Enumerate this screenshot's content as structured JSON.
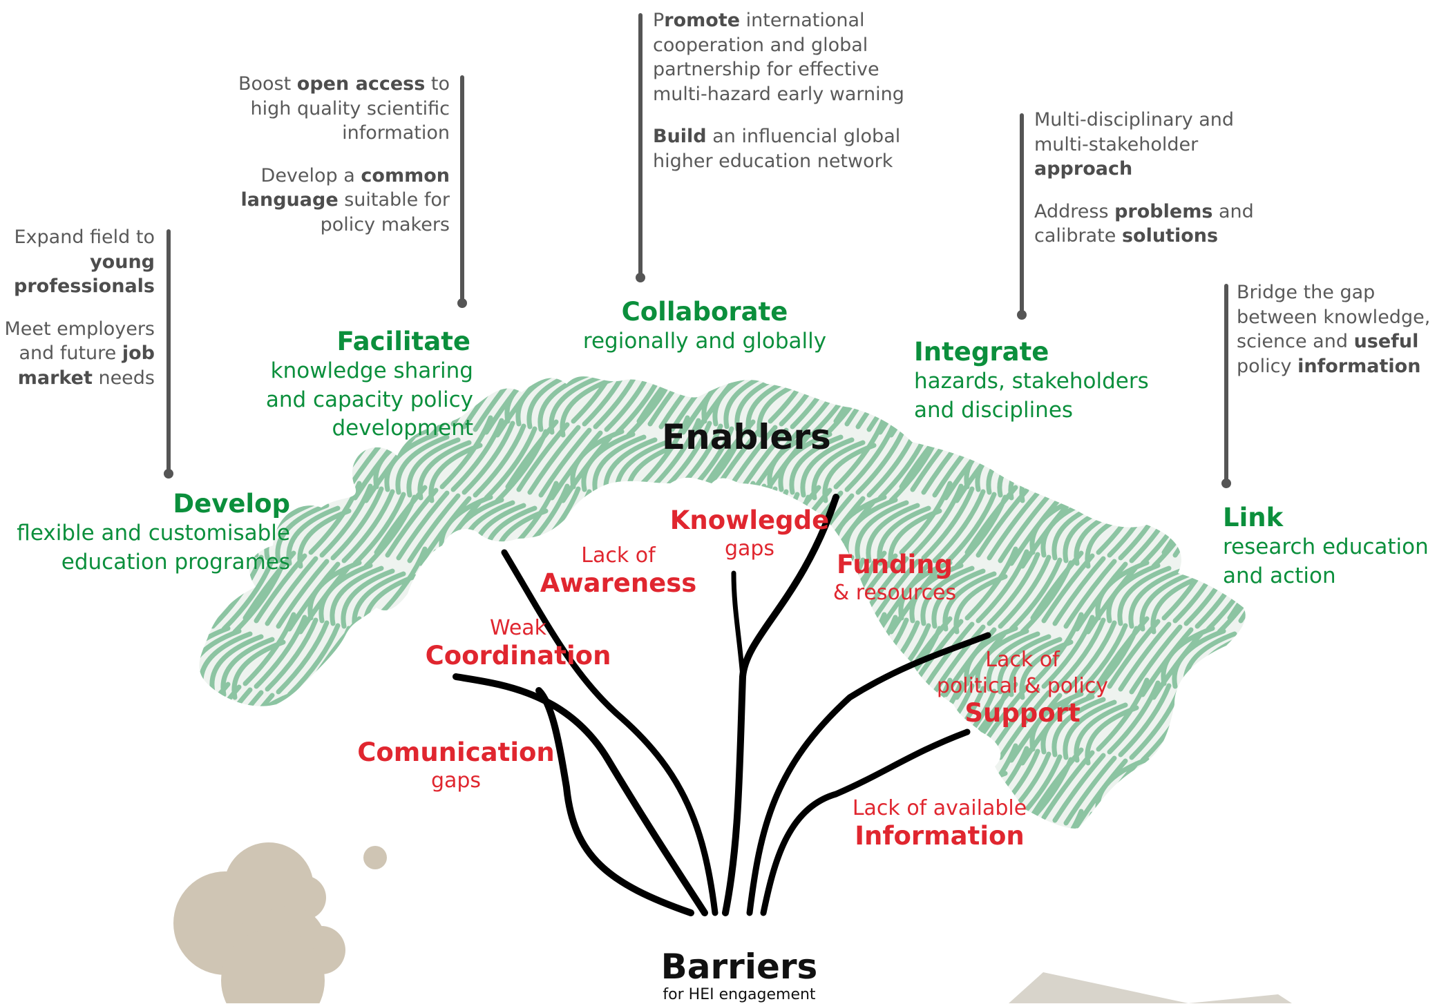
{
  "diagram": {
    "enablers_title": "Enablers",
    "barriers_title": "Barriers",
    "barriers_subtitle": "for HEI engagement",
    "colors": {
      "enabler": "#0b8f3c",
      "barrier": "#e0262f",
      "note": "#595959",
      "canopy_fill": "#eef3ef",
      "canopy_stroke": "#8cc4a2",
      "roots": "#000000",
      "decor": "#cfc5b4"
    },
    "enablers": [
      {
        "id": "develop",
        "heading": "Develop",
        "sub": [
          "flexible and customisable",
          "education programes"
        ],
        "notes": [
          {
            "lines": [
              [
                {
                  "t": "Expand field to"
                }
              ],
              [
                {
                  "t": "young",
                  "b": true
                }
              ],
              [
                {
                  "t": "professionals",
                  "b": true
                }
              ]
            ]
          },
          {
            "lines": [
              [
                {
                  "t": "Meet employers"
                }
              ],
              [
                {
                  "t": "and future "
                },
                {
                  "t": "job",
                  "b": true
                }
              ],
              [
                {
                  "t": "market",
                  "b": true
                },
                {
                  "t": " needs"
                }
              ]
            ]
          }
        ]
      },
      {
        "id": "facilitate",
        "heading": "Facilitate",
        "sub": [
          "knowledge sharing",
          "and capacity policy",
          "development"
        ],
        "notes": [
          {
            "lines": [
              [
                {
                  "t": "Boost "
                },
                {
                  "t": "open access",
                  "b": true
                },
                {
                  "t": " to"
                }
              ],
              [
                {
                  "t": "high quality scientific"
                }
              ],
              [
                {
                  "t": "information"
                }
              ]
            ]
          },
          {
            "lines": [
              [
                {
                  "t": "Develop a "
                },
                {
                  "t": "common",
                  "b": true
                }
              ],
              [
                {
                  "t": "language",
                  "b": true
                },
                {
                  "t": " suitable for"
                }
              ],
              [
                {
                  "t": "policy makers"
                }
              ]
            ]
          }
        ]
      },
      {
        "id": "collaborate",
        "heading": "Collaborate",
        "sub": [
          "regionally and globally"
        ],
        "notes": [
          {
            "lines": [
              [
                {
                  "t": "P"
                },
                {
                  "t": "romote",
                  "b": true
                },
                {
                  "t": " international"
                }
              ],
              [
                {
                  "t": "cooperation and global"
                }
              ],
              [
                {
                  "t": "partnership for effective"
                }
              ],
              [
                {
                  "t": "multi-hazard early warning"
                }
              ]
            ]
          },
          {
            "lines": [
              [
                {
                  "t": "Build",
                  "b": true
                },
                {
                  "t": " an influencial global"
                }
              ],
              [
                {
                  "t": "higher education network"
                }
              ]
            ]
          }
        ]
      },
      {
        "id": "integrate",
        "heading": "Integrate",
        "sub": [
          "hazards, stakeholders",
          "and disciplines"
        ],
        "notes": [
          {
            "lines": [
              [
                {
                  "t": "Multi-disciplinary and"
                }
              ],
              [
                {
                  "t": "multi-stakeholder"
                }
              ],
              [
                {
                  "t": "approach",
                  "b": true
                }
              ]
            ]
          },
          {
            "lines": [
              [
                {
                  "t": "Address "
                },
                {
                  "t": "problems",
                  "b": true
                },
                {
                  "t": " and"
                }
              ],
              [
                {
                  "t": "calibrate "
                },
                {
                  "t": "solutions",
                  "b": true
                }
              ]
            ]
          }
        ]
      },
      {
        "id": "link",
        "heading": "Link",
        "sub": [
          "research education",
          "and action"
        ],
        "notes": [
          {
            "lines": [
              [
                {
                  "t": "Bridge the gap"
                }
              ],
              [
                {
                  "t": "between knowledge,"
                }
              ],
              [
                {
                  "t": "science and "
                },
                {
                  "t": "useful",
                  "b": true
                }
              ],
              [
                {
                  "t": "policy "
                },
                {
                  "t": "information",
                  "b": true
                }
              ]
            ]
          }
        ]
      }
    ],
    "barriers": [
      {
        "id": "awareness",
        "pre": "Lack of",
        "head": "Awareness",
        "post": ""
      },
      {
        "id": "knowledge",
        "pre": "",
        "head": "Knowlegde",
        "post": "gaps"
      },
      {
        "id": "funding",
        "pre": "",
        "head": "Funding",
        "post": "& resources"
      },
      {
        "id": "coordination",
        "pre": "Weak",
        "head": "Coordination",
        "post": ""
      },
      {
        "id": "support",
        "pre": "Lack of\npolitical & policy",
        "head": "Support",
        "post": ""
      },
      {
        "id": "communication",
        "pre": "",
        "head": "Comunication",
        "post": "gaps"
      },
      {
        "id": "information",
        "pre": "Lack of available",
        "head": "Information",
        "post": ""
      }
    ]
  }
}
